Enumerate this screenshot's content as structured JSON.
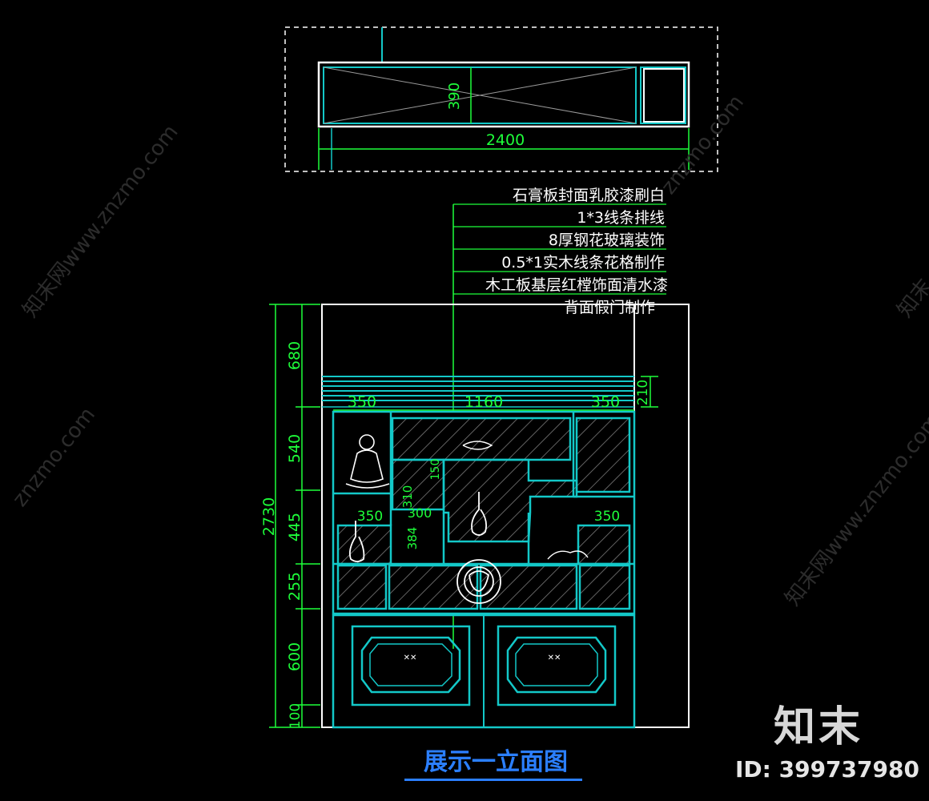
{
  "plan": {
    "depth": "390",
    "width": "2400"
  },
  "notes": [
    "石膏板封面乳胶漆刷白",
    "1*3线条排线",
    "8厚钢花玻璃装饰",
    "0.5*1实木线条花格制作",
    "木工板基层红樘饰面清水漆",
    "背面假门制作"
  ],
  "dims": {
    "left_total": "2730",
    "left_segments": [
      "680",
      "540",
      "445",
      "255",
      "600",
      "100"
    ],
    "top_widths": [
      "350",
      "1160",
      "350"
    ],
    "cornice_height": "210",
    "inner_left_350": "350",
    "inner_right_350": "350",
    "inner_310": "310",
    "inner_300": "300",
    "inner_384": "384",
    "inner_150": "150"
  },
  "title": "展示一立面图",
  "watermark": {
    "site": "znzmo.com",
    "site_long": "知末网www.znzmo.com",
    "brand_mark": "知末"
  },
  "doc_id": "ID: 399737980",
  "colors": {
    "background": "#000000",
    "outline": "#ffffff",
    "cyan": "#13c8c8",
    "green": "#1eff3a",
    "title": "#2b7fff"
  }
}
